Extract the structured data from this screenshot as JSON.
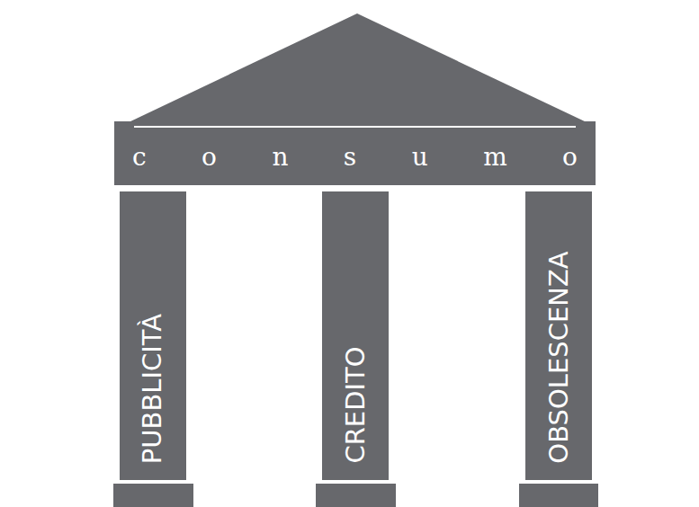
{
  "diagram": {
    "nodes": [
      {
        "text": [
          "consumo"
        ]
      },
      {
        "text": [
          "PUBBLICITÀ"
        ]
      },
      {
        "text": [
          "CREDITO"
        ]
      },
      {
        "text": [
          "OBSOLESCENZA"
        ]
      }
    ]
  }
}
